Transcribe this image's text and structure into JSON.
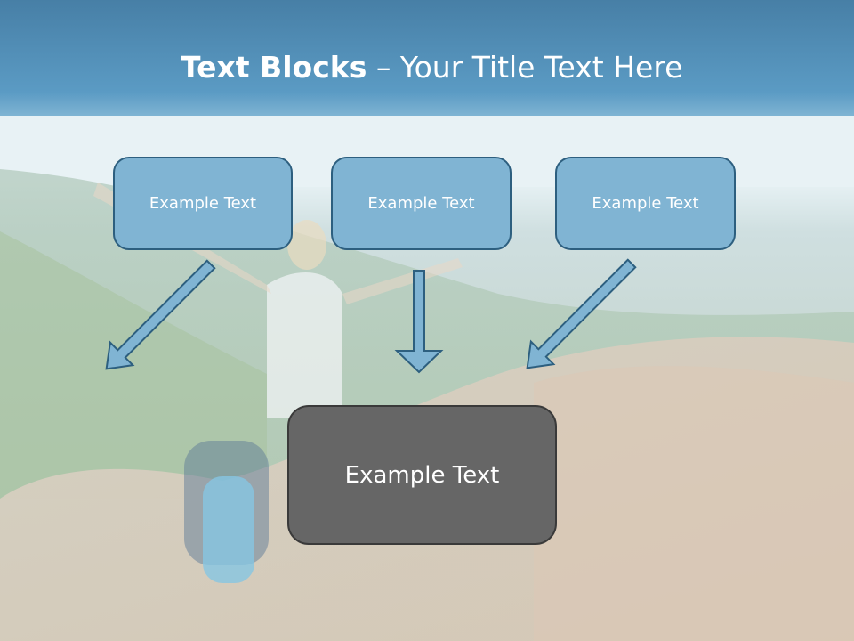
{
  "slide": {
    "title_bold": "Text Blocks",
    "title_separator": " – ",
    "title_rest": "Your Title Text Here"
  },
  "blocks": [
    {
      "label": "Example Text"
    },
    {
      "label": "Example Text"
    },
    {
      "label": "Example Text"
    }
  ],
  "target_block": {
    "label": "Example Text"
  },
  "colors": {
    "title_band": "#5b9bc4",
    "block_fill": "#80b4d3",
    "block_border": "#2d5f7f",
    "target_fill": "#666666",
    "arrow_fill": "#80b4d3"
  },
  "icons": {
    "arrows": [
      "arrow-down-right-icon",
      "arrow-down-icon",
      "arrow-down-left-icon"
    ]
  }
}
